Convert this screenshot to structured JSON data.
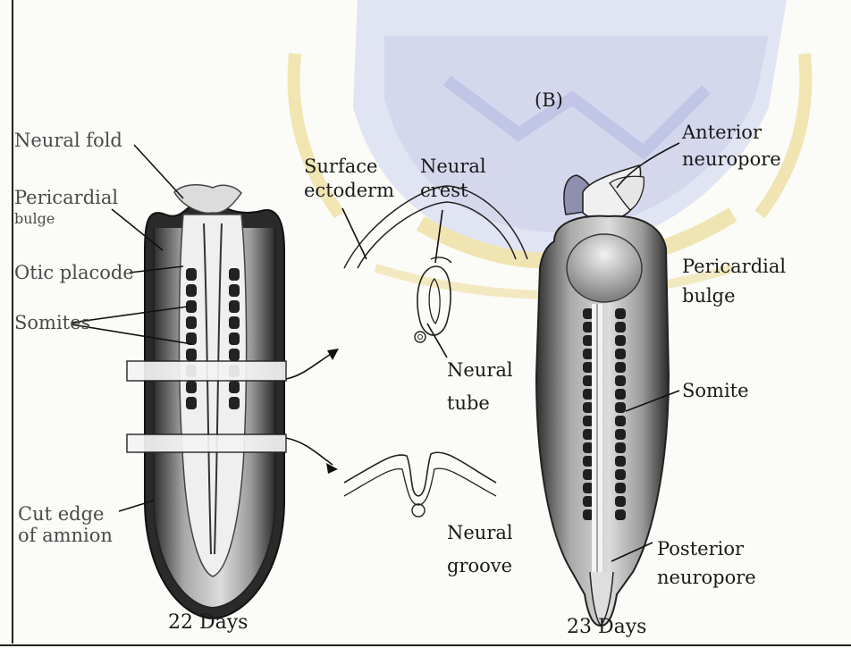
{
  "panel_b_label": "(B)",
  "left_embryo": {
    "caption": "22 Days",
    "labels": {
      "neural_fold": "Neural fold",
      "pericardial_bulge": [
        "Pericardial",
        "bulge"
      ],
      "otic_placode": "Otic placode",
      "somites": "Somites",
      "cut_edge_of_amnion": [
        "Cut edge",
        "of amnion"
      ]
    }
  },
  "cross_sections": {
    "upper": {
      "surface_ectoderm": [
        "Surface",
        "ectoderm"
      ],
      "neural_crest": [
        "Neural",
        "crest"
      ],
      "neural_tube": [
        "Neural",
        "tube"
      ]
    },
    "lower": {
      "neural_groove": [
        "Neural",
        "groove"
      ]
    }
  },
  "right_embryo": {
    "caption": "23 Days",
    "labels": {
      "anterior_neuropore": [
        "Anterior",
        "neuropore"
      ],
      "pericardial_bulge": [
        "Pericardial",
        "bulge"
      ],
      "somite": "Somite",
      "posterior_neuropore": [
        "Posterior",
        "neuropore"
      ]
    }
  },
  "colors": {
    "ink": "#1a1a1a",
    "watermark_blue": "#c9cdea",
    "watermark_gold": "#efe1a6"
  }
}
